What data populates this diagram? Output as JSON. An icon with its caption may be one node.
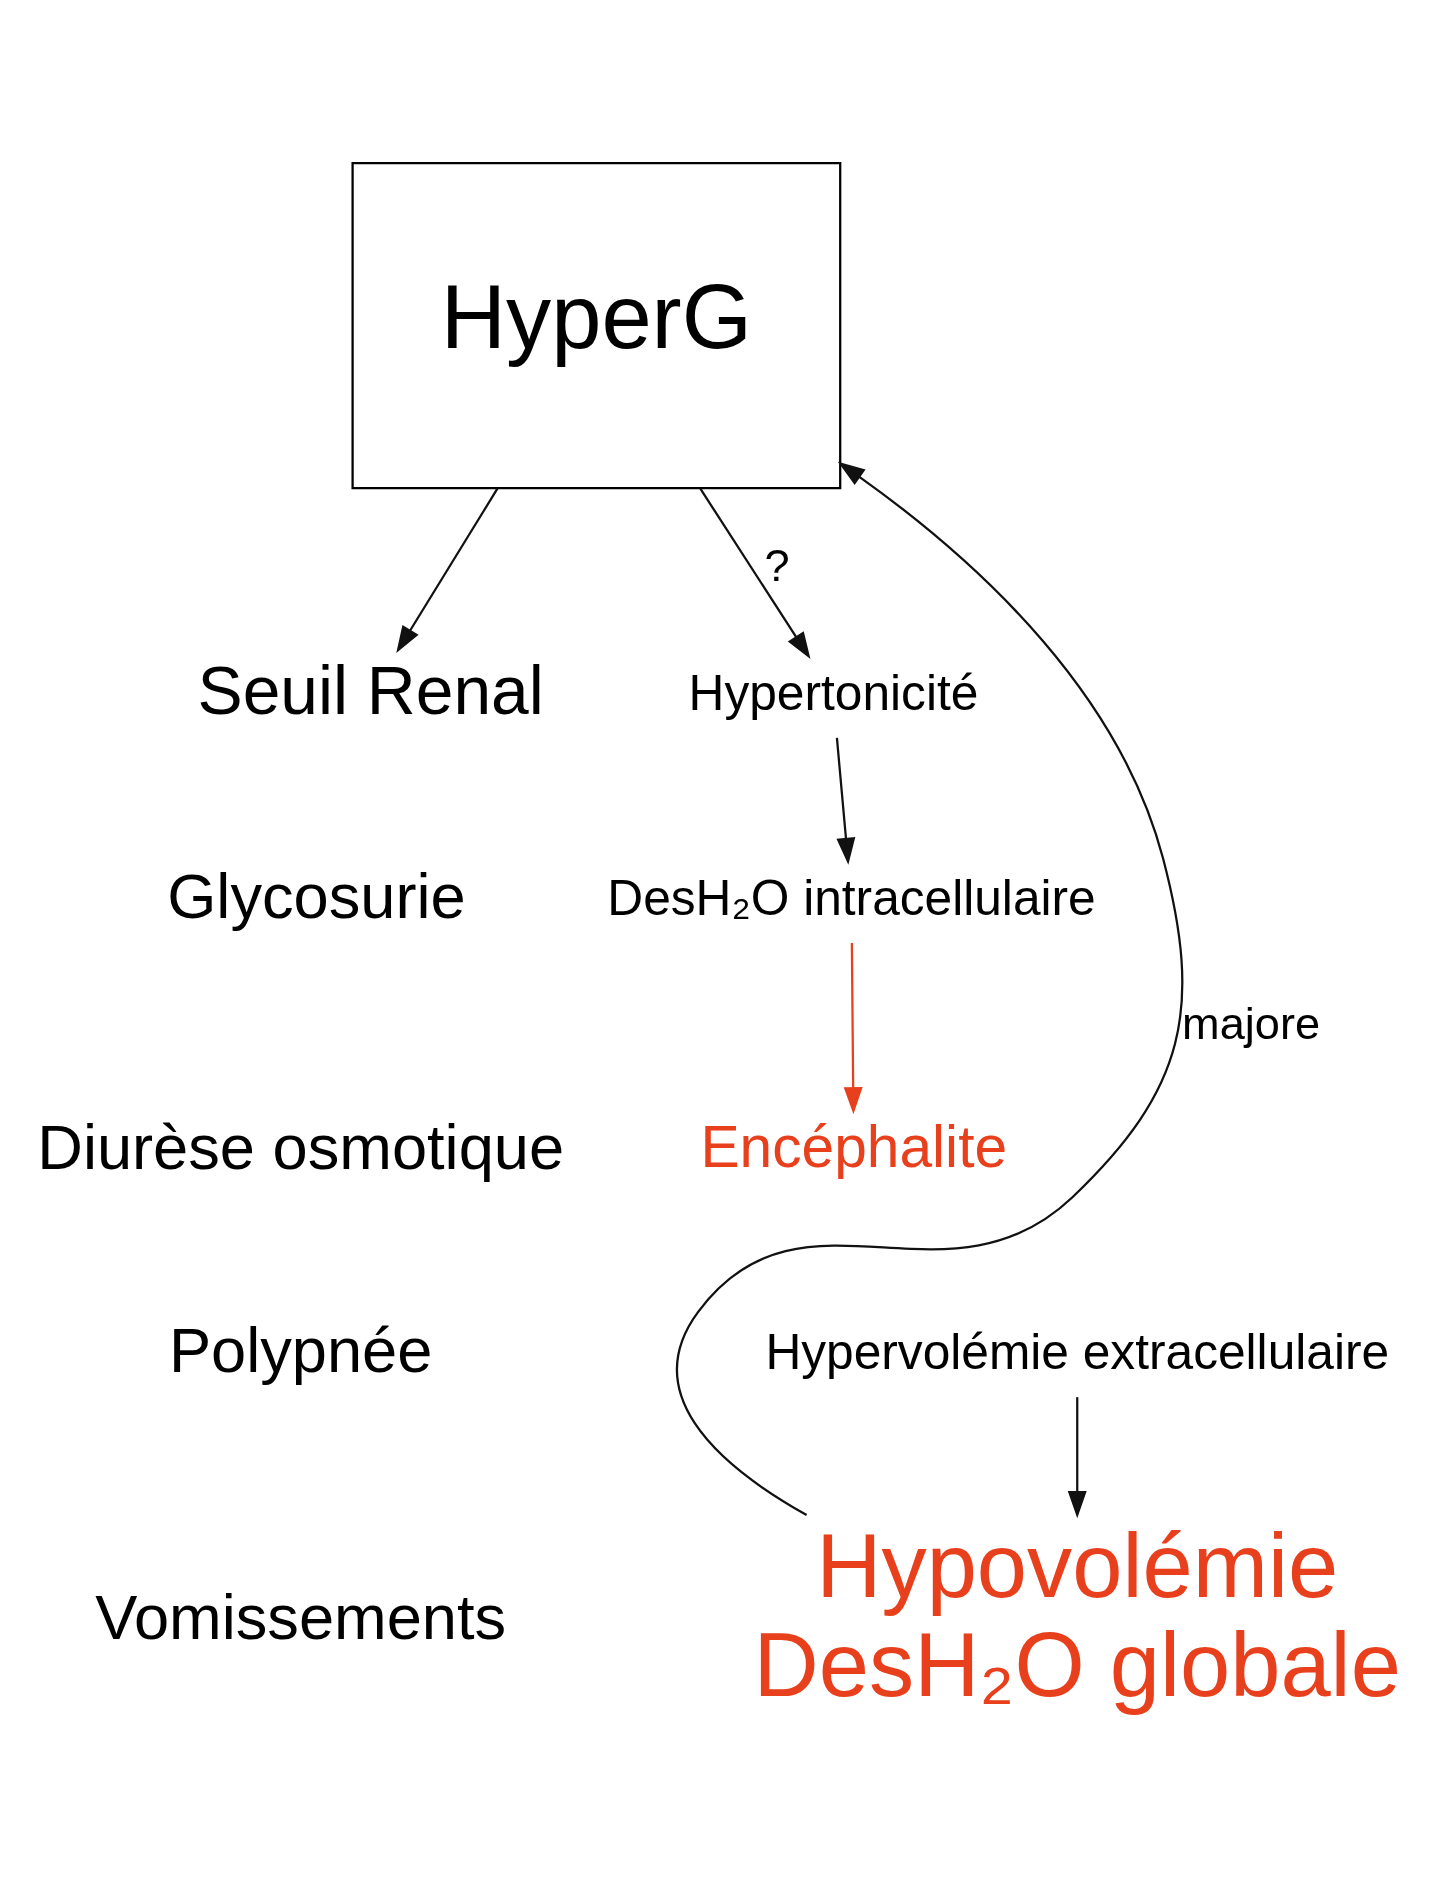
{
  "diagram": {
    "nodes": [
      {
        "text": [
          "HyperG"
        ]
      },
      {
        "text": [
          "Seuil Renal"
        ]
      },
      {
        "text": [
          "Hypertonicité"
        ]
      },
      {
        "text": [
          "DesH₂O intracellulaire"
        ]
      },
      {
        "text": [
          "Hypervolémie extracellulaire"
        ]
      },
      {
        "text": [
          "Encéphalite"
        ]
      },
      {
        "text": [
          "Hypovolémie",
          "DesH₂O globale"
        ]
      }
    ],
    "edges": [
      {
        "from": 0,
        "to": 1,
        "arrow": "to"
      },
      {
        "from": 0,
        "to": 2,
        "arrow": "to",
        "label": "?"
      },
      {
        "from": 2,
        "to": 3,
        "arrow": "to"
      },
      {
        "from": 3,
        "to": 5,
        "arrow": "to",
        "color": "#e8401c"
      },
      {
        "from": 4,
        "to": 6,
        "arrow": "to"
      },
      {
        "from": 6,
        "to": 0,
        "arrow": "to",
        "label": "majore"
      }
    ],
    "labels": [
      "Glycosurie",
      "Diurèse osmotique",
      "Polypnée",
      "Vomissements"
    ]
  }
}
